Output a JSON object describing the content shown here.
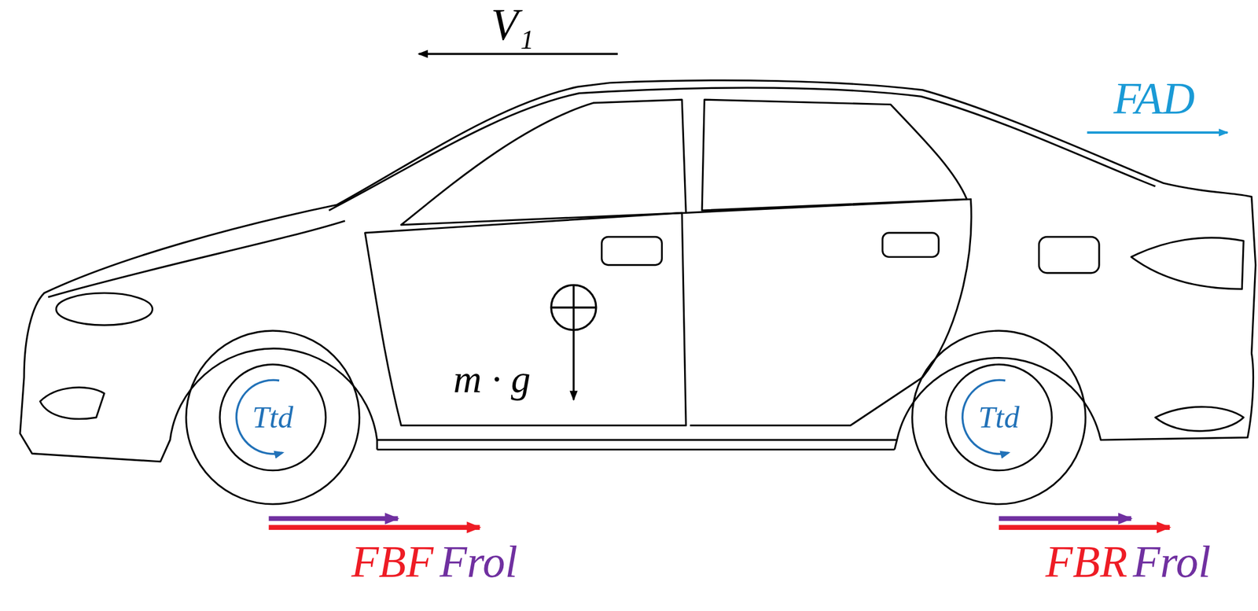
{
  "diagram": {
    "labels": [
      "V₁",
      "FAD",
      "m · g",
      "Ttd",
      "Ttd",
      "FBF",
      "Frol",
      "FBR",
      "Frol"
    ]
  }
}
